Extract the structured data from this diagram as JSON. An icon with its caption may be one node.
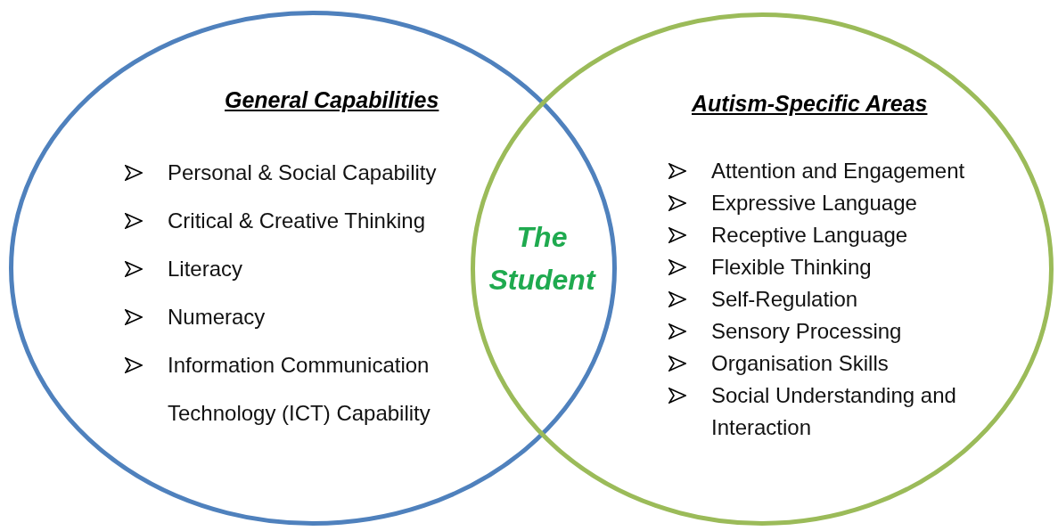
{
  "diagram": {
    "nodes": [
      {
        "text": [
          "General Capabilities",
          "Personal & Social Capability",
          "Critical & Creative Thinking",
          "Literacy",
          "Numeracy",
          "Information Communication Technology (ICT) Capability"
        ]
      },
      {
        "text": [
          "Autism-Specific Areas",
          "Attention and Engagement",
          "Expressive Language",
          "Receptive Language",
          "Flexible Thinking",
          "Self-Regulation",
          "Sensory Processing",
          "Organisation Skills",
          "Social Understanding and Interaction"
        ]
      }
    ],
    "labels": [
      "The Student"
    ]
  }
}
